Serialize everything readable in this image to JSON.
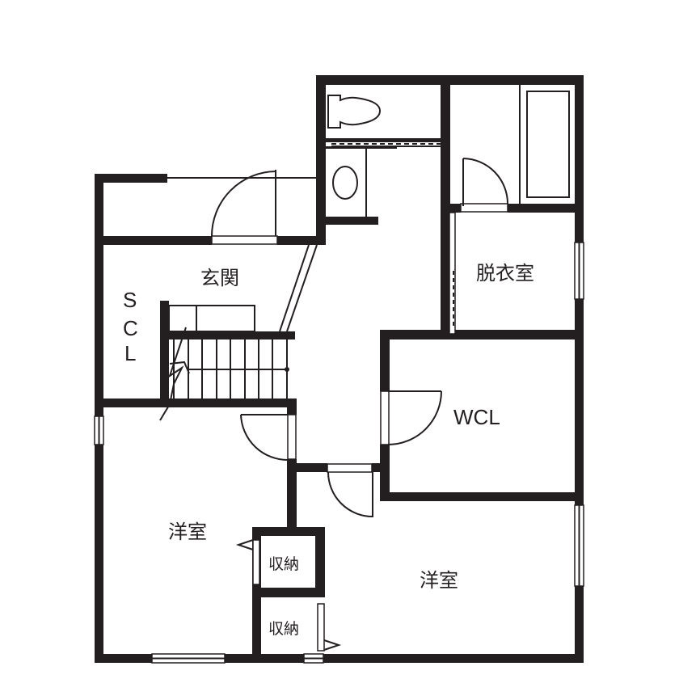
{
  "floor_plan": {
    "colors": {
      "wall": "#231f20",
      "background": "#ffffff"
    },
    "rooms": [
      {
        "id": "entrance",
        "label": "玄関"
      },
      {
        "id": "scl",
        "label_lines": [
          "S",
          "C",
          "L"
        ]
      },
      {
        "id": "dressing",
        "label": "脱衣室"
      },
      {
        "id": "wcl",
        "label": "WCL"
      },
      {
        "id": "western-left",
        "label": "洋室"
      },
      {
        "id": "western-right",
        "label": "洋室"
      },
      {
        "id": "storage-upper",
        "label": "収納"
      },
      {
        "id": "storage-lower",
        "label": "収納"
      }
    ],
    "fixtures": [
      "toilet-icon",
      "sink-icon",
      "bathtub-icon",
      "staircase"
    ]
  }
}
